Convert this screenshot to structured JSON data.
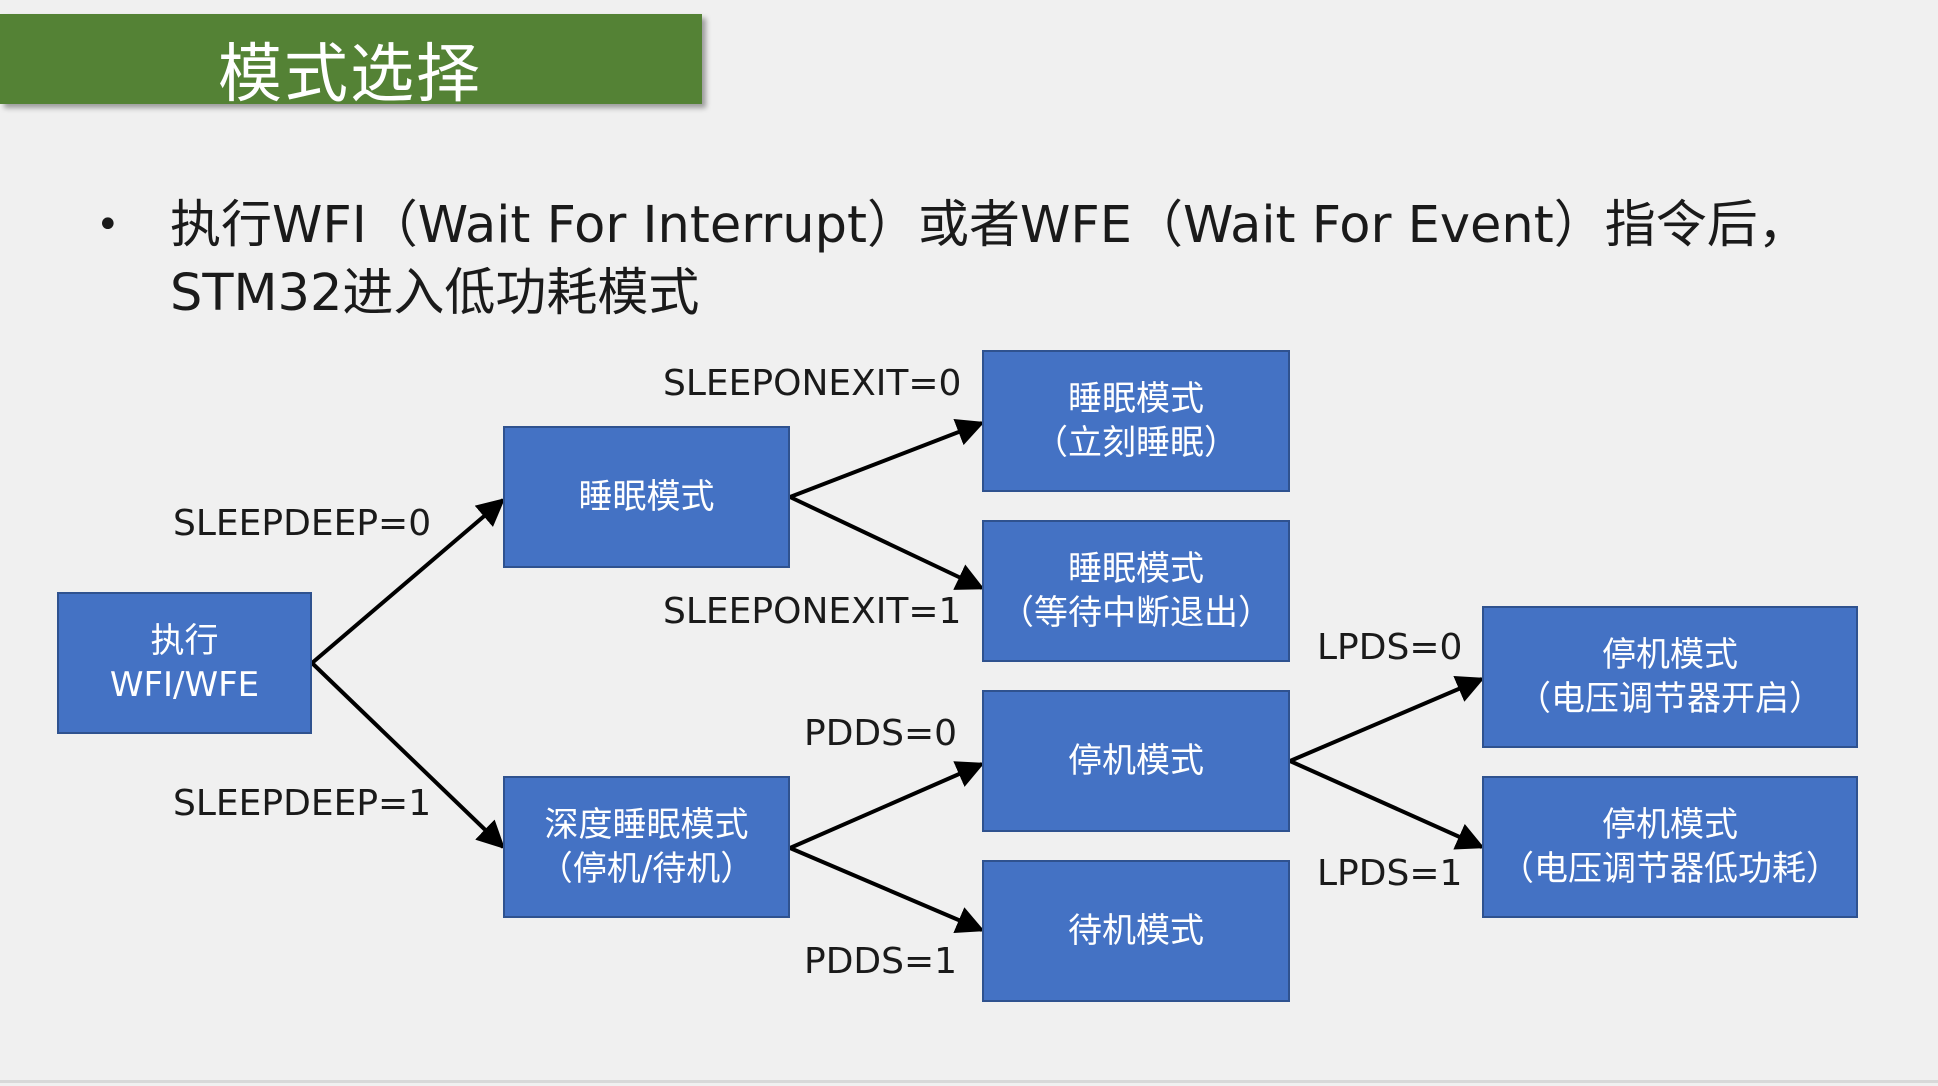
{
  "title": "模式选择",
  "bullet": {
    "line1": "执行WFI（Wait For Interrupt）或者WFE（Wait For Event）指令后，",
    "line2": "STM32进入低功耗模式"
  },
  "boxes": {
    "exec": {
      "line1": "执行",
      "line2": "WFI/WFE"
    },
    "sleep": {
      "line1": "睡眠模式"
    },
    "deep": {
      "line1": "深度睡眠模式",
      "line2": "（停机/待机）"
    },
    "sleep_now": {
      "line1": "睡眠模式",
      "line2": "（立刻睡眠）"
    },
    "sleep_exit": {
      "line1": "睡眠模式",
      "line2": "（等待中断退出）"
    },
    "stop": {
      "line1": "停机模式"
    },
    "standby": {
      "line1": "待机模式"
    },
    "stop_on": {
      "line1": "停机模式",
      "line2": "（电压调节器开启）"
    },
    "stop_low": {
      "line1": "停机模式",
      "line2": "（电压调节器低功耗）"
    }
  },
  "labels": {
    "sleepdeep0": "SLEEPDEEP=0",
    "sleepdeep1": "SLEEPDEEP=1",
    "sleeponexit0": "SLEEPONEXIT=0",
    "sleeponexit1": "SLEEPONEXIT=1",
    "pdds0": "PDDS=0",
    "pdds1": "PDDS=1",
    "lpds0": "LPDS=0",
    "lpds1": "LPDS=1"
  },
  "colors": {
    "banner": "#548235",
    "box_fill": "#4472c4",
    "box_border": "#2f528f",
    "arrow": "#000000",
    "background": "#f0f0f0"
  }
}
